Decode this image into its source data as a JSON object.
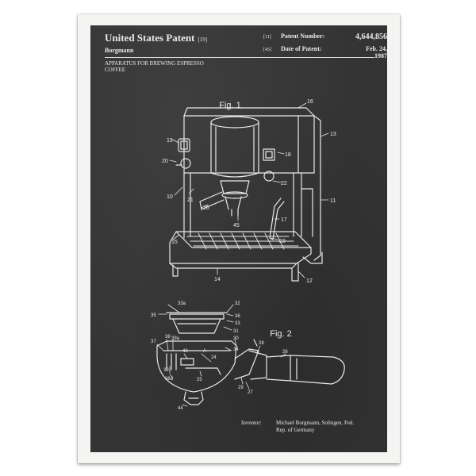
{
  "patent": {
    "title": "United States Patent",
    "title_code": "[19]",
    "inventor_surname": "Borgmann",
    "number_code": "[11]",
    "number_label": "Patent Number:",
    "number_value": "4,644,856",
    "date_code": "[45]",
    "date_label": "Date of Patent:",
    "date_value": "Feb. 24, 1987",
    "description_line1": "APPARATUS FOR BREWING ESPRESSO",
    "description_line2": "COFFEE",
    "inventor_label": "Inventor:",
    "inventor_line1": "Michael Borgmann, Solingen, Fed.",
    "inventor_line2": "Rep. of Germany"
  },
  "figures": {
    "fig1_label": "Fig. 1",
    "fig2_label": "Fig. 2"
  },
  "fig1_refs": [
    "16",
    "13",
    "19",
    "18",
    "20",
    "22",
    "11",
    "10",
    "21",
    "26",
    "17",
    "15",
    "23",
    "45",
    "14",
    "12"
  ],
  "fig2_refs": [
    "33a",
    "32",
    "35",
    "36",
    "33",
    "31",
    "37",
    "38",
    "39a",
    "30",
    "34",
    "24",
    "40",
    "A",
    "28",
    "25",
    "39",
    "38a",
    "26",
    "44",
    "29",
    "27"
  ],
  "colors": {
    "chalkboard": "#343434",
    "ink": "#e9e9e9",
    "frame": "#f4f4f2"
  }
}
